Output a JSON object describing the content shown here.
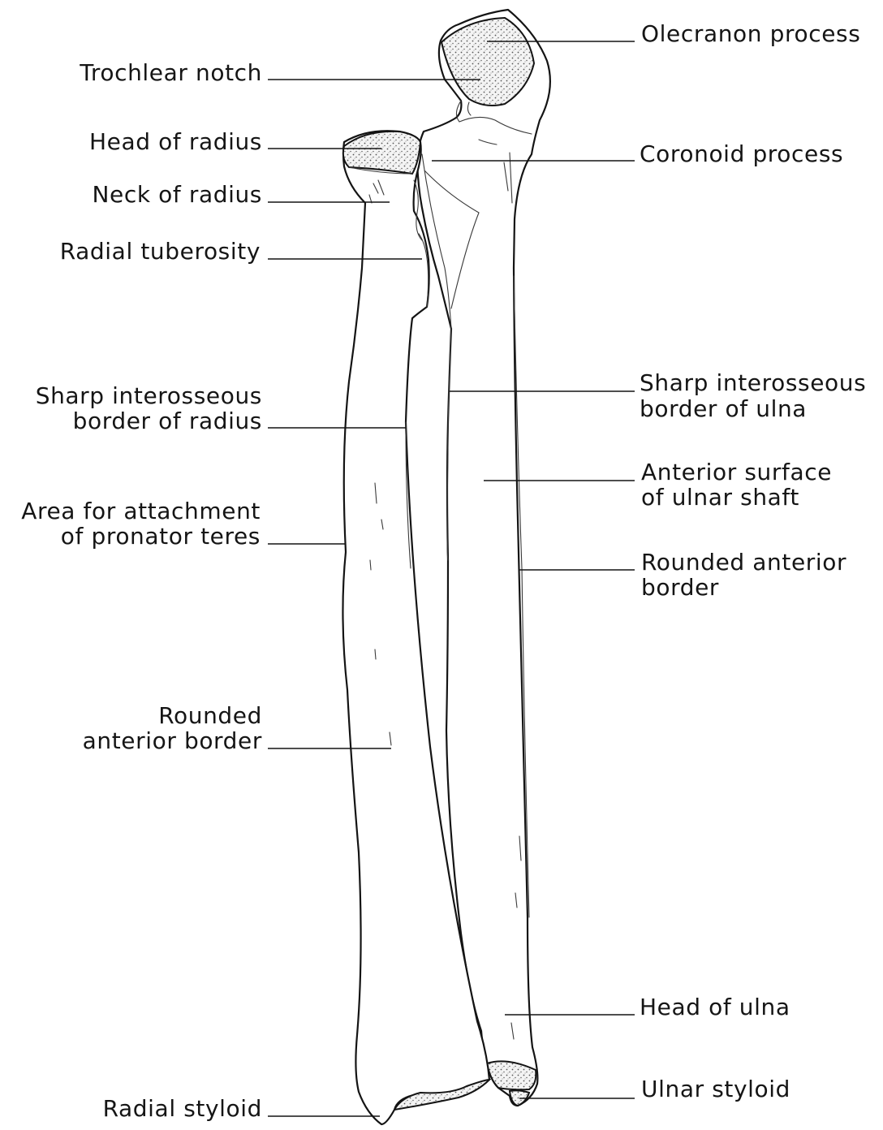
{
  "figure": {
    "labels_left": {
      "trochlear_notch": "Trochlear notch",
      "head_of_radius": "Head of radius",
      "neck_of_radius": "Neck of radius",
      "radial_tuberosity": "Radial tuberosity",
      "sharp_interosseous_radius_1": "Sharp interosseous",
      "sharp_interosseous_radius_2": "border of radius",
      "pronator_teres_1": "Area for attachment",
      "pronator_teres_2": "of pronator teres",
      "rounded_anterior_radius_1": "Rounded",
      "rounded_anterior_radius_2": "anterior border",
      "radial_styloid": "Radial styloid"
    },
    "labels_right": {
      "olecranon_process": "Olecranon process",
      "coronoid_process": "Coronoid process",
      "sharp_interosseous_ulna_1": "Sharp interosseous",
      "sharp_interosseous_ulna_2": "border of ulna",
      "anterior_surface_1": "Anterior surface",
      "anterior_surface_2": "of ulnar shaft",
      "rounded_anterior_ulna_1": "Rounded anterior",
      "rounded_anterior_ulna_2": "border",
      "head_of_ulna": "Head of ulna",
      "ulnar_styloid": "Ulnar styloid"
    }
  }
}
